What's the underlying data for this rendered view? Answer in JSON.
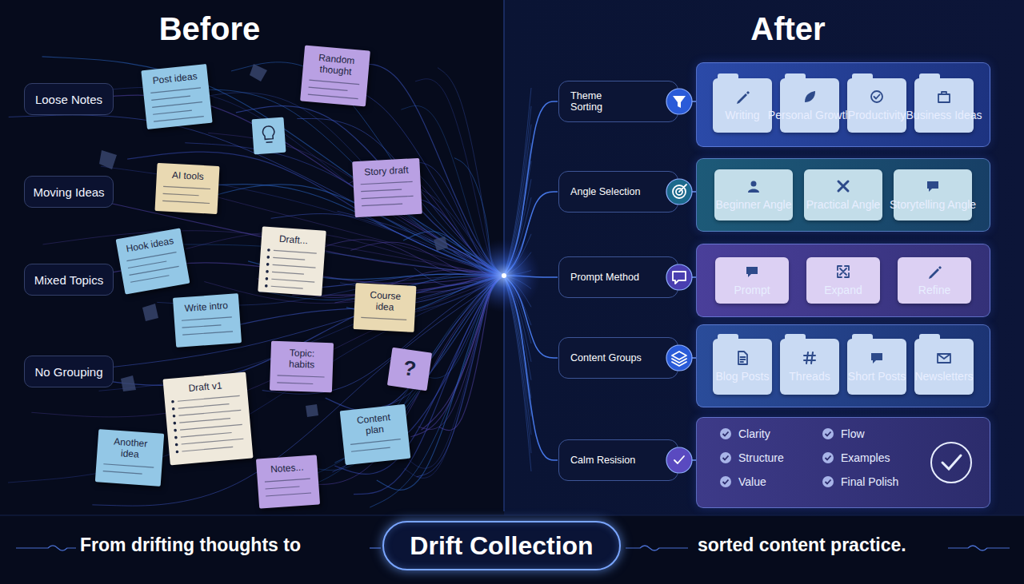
{
  "diagram": {
    "nodes": [
      {
        "text": [
          "Loose Notes"
        ]
      },
      {
        "text": [
          "Moving Ideas"
        ]
      },
      {
        "text": [
          "Mixed Topics"
        ]
      },
      {
        "text": [
          "No Grouping"
        ]
      },
      {
        "text": [
          "Post ideas"
        ]
      },
      {
        "text": [
          "Random thought"
        ]
      },
      {
        "text": [
          "AI tools"
        ]
      },
      {
        "text": [
          "Story draft"
        ]
      },
      {
        "text": [
          "Hook ideas"
        ]
      },
      {
        "text": [
          "Draft..."
        ]
      },
      {
        "text": [
          "Write intro"
        ]
      },
      {
        "text": [
          "Course idea"
        ]
      },
      {
        "text": [
          "Topic: habits"
        ]
      },
      {
        "text": [
          "?"
        ]
      },
      {
        "text": [
          "Draft v1"
        ]
      },
      {
        "text": [
          "Content plan"
        ]
      },
      {
        "text": [
          "Another idea"
        ]
      },
      {
        "text": [
          "Notes..."
        ]
      },
      {
        "text": [
          "Theme Sorting"
        ]
      },
      {
        "text": []
      },
      {
        "text": [
          "Writing"
        ],
        "in": 19
      },
      {
        "text": [
          "Personal Growth"
        ],
        "in": 19
      },
      {
        "text": [
          "Productivity"
        ],
        "in": 19
      },
      {
        "text": [
          "Business Ideas"
        ],
        "in": 19
      },
      {
        "text": [
          "Angle Selection"
        ]
      },
      {
        "text": []
      },
      {
        "text": [
          "Beginner Angle"
        ],
        "in": 25
      },
      {
        "text": [
          "Practical Angle"
        ],
        "in": 25
      },
      {
        "text": [
          "Storytelling Angle"
        ],
        "in": 25
      },
      {
        "text": [
          "Prompt Method"
        ]
      },
      {
        "text": []
      },
      {
        "text": [
          "Prompt"
        ],
        "in": 30
      },
      {
        "text": [
          "Expand"
        ],
        "in": 30
      },
      {
        "text": [
          "Refine"
        ],
        "in": 30
      },
      {
        "text": [
          "Content Groups"
        ]
      },
      {
        "text": []
      },
      {
        "text": [
          "Blog Posts"
        ],
        "in": 35
      },
      {
        "text": [
          "Threads"
        ],
        "in": 35
      },
      {
        "text": [
          "Short Posts"
        ],
        "in": 35
      },
      {
        "text": [
          "Newsletters"
        ],
        "in": 35
      },
      {
        "text": [
          "Calm Resision"
        ]
      },
      {
        "text": [
          "Clarity",
          "Structure",
          "Value",
          "Flow",
          "Examples",
          "Final Polish"
        ]
      },
      {
        "text": [
          "Drift Collection"
        ]
      }
    ],
    "edges": [
      {
        "from": 18,
        "to": 19,
        "arrow": "none"
      },
      {
        "from": 24,
        "to": 25,
        "arrow": "none"
      },
      {
        "from": 29,
        "to": 30,
        "arrow": "none"
      },
      {
        "from": 34,
        "to": 35,
        "arrow": "none"
      },
      {
        "from": 40,
        "to": 41,
        "arrow": "none"
      }
    ],
    "labels": [
      "Before",
      "After",
      "From drifting thoughts to",
      "sorted content practice."
    ]
  }
}
